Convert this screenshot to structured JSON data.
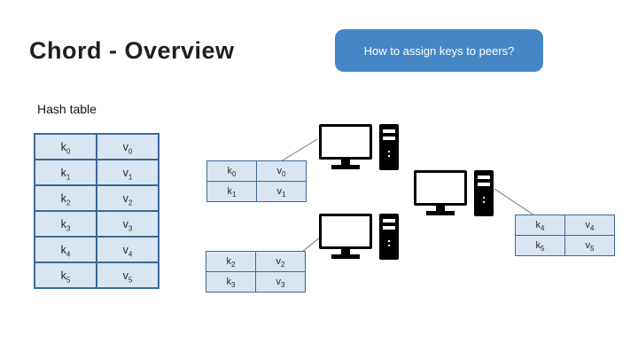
{
  "slide": {
    "title": "Chord - Overview",
    "callout": "How to assign keys to peers?"
  },
  "colors": {
    "callout_bg": "#4587C6",
    "callout_text": "#FFFFFF",
    "table_fill": "#D9E5F1",
    "table_border": "#3A6A99",
    "cell_text": "#262626",
    "title_text": "#1F1F1F",
    "connector": "#707070",
    "icon": "#000000"
  },
  "hash_table": {
    "label": "Hash table",
    "rows": [
      {
        "k": "k",
        "ks": "0",
        "v": "v",
        "vs": "0"
      },
      {
        "k": "k",
        "ks": "1",
        "v": "v",
        "vs": "1"
      },
      {
        "k": "k",
        "ks": "2",
        "v": "v",
        "vs": "2"
      },
      {
        "k": "k",
        "ks": "3",
        "v": "v",
        "vs": "3"
      },
      {
        "k": "k",
        "ks": "4",
        "v": "v",
        "vs": "4"
      },
      {
        "k": "k",
        "ks": "5",
        "v": "v",
        "vs": "5"
      }
    ]
  },
  "peer_tables": [
    {
      "rows": [
        {
          "k": "k",
          "ks": "0",
          "v": "v",
          "vs": "0"
        },
        {
          "k": "k",
          "ks": "1",
          "v": "v",
          "vs": "1"
        }
      ]
    },
    {
      "rows": [
        {
          "k": "k",
          "ks": "4",
          "v": "v",
          "vs": "4"
        },
        {
          "k": "k",
          "ks": "5",
          "v": "v",
          "vs": "5"
        }
      ]
    },
    {
      "rows": [
        {
          "k": "k",
          "ks": "2",
          "v": "v",
          "vs": "2"
        },
        {
          "k": "k",
          "ks": "3",
          "v": "v",
          "vs": "3"
        }
      ]
    }
  ]
}
